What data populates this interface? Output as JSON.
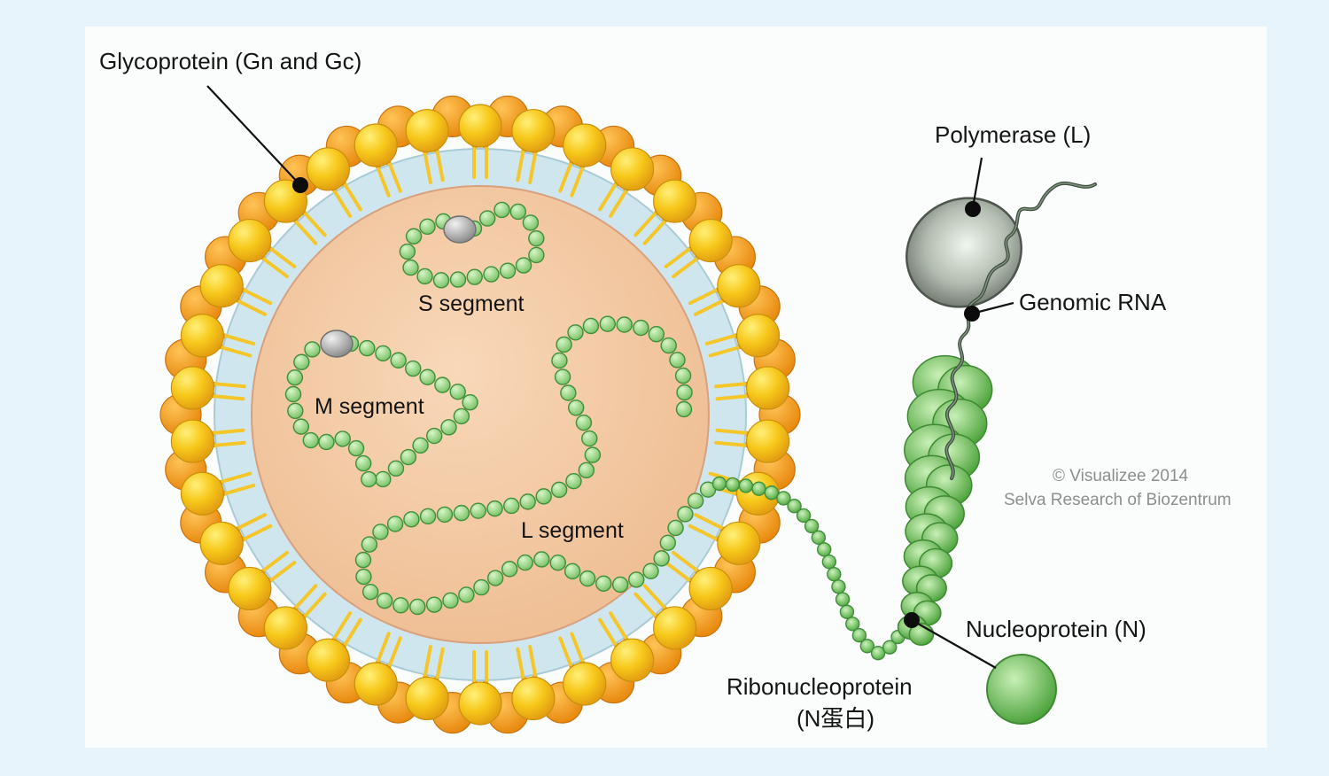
{
  "labels": {
    "glycoprotein": "Glycoprotein (Gn and Gc)",
    "polymerase": "Polymerase (L)",
    "genomic_rna": "Genomic RNA",
    "nucleoprotein": "Nucleoprotein (N)",
    "ribonucleoprotein": "Ribonucleoprotein",
    "ribonucleoprotein_sub": "(N蛋白)",
    "s_segment": "S segment",
    "m_segment": "M segment",
    "l_segment": "L segment"
  },
  "credit": {
    "line1": "© Visualizee 2014",
    "line2": "Selva Research of Biozentrum"
  },
  "colors": {
    "background": "#e7f4fb",
    "panel": "#fbfdfd",
    "lipid_head": "#f7c81a",
    "lipid_head_outer": "#f2a51c",
    "membrane": "#cfe6ee",
    "core": "#f4c9a4",
    "bead": "#8fd07a",
    "bead_stroke": "#3f8f3a",
    "polymerase": "#9aa39a",
    "nucleoprotein": "#6cc15a",
    "rna": "#4a5a4a"
  }
}
